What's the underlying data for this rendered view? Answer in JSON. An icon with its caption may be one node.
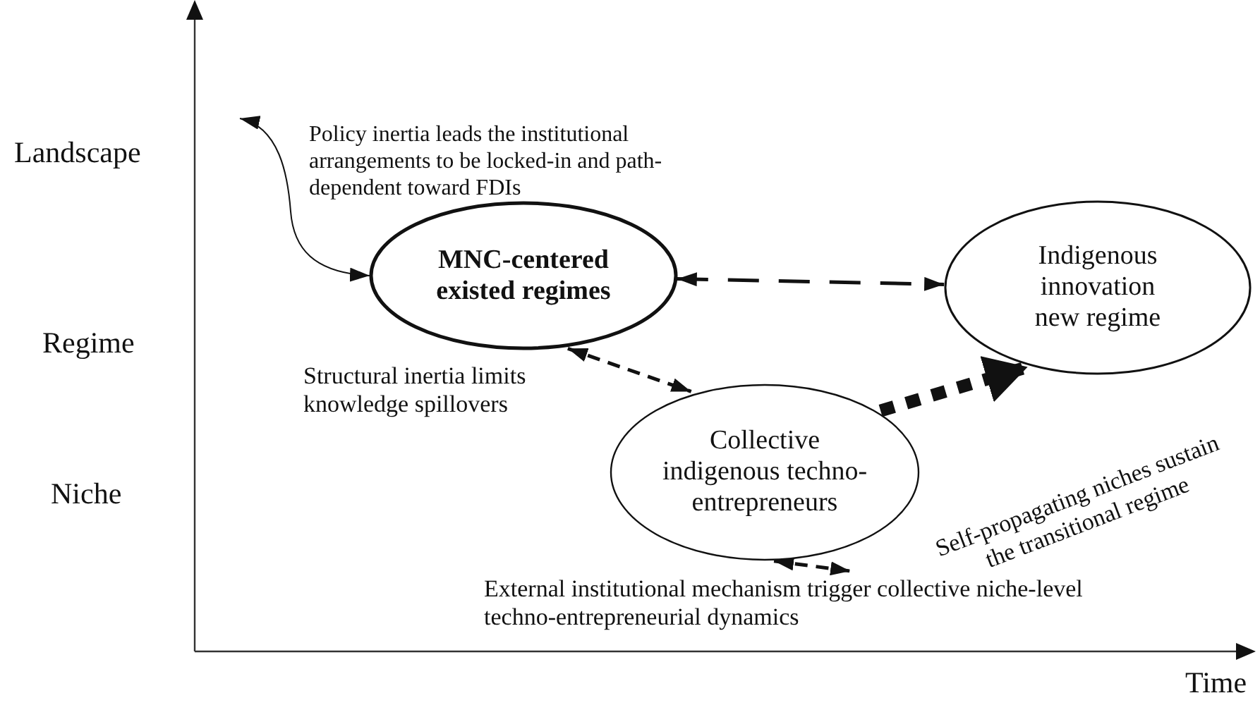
{
  "diagram": {
    "nodes": [
      {
        "text": [
          "MNC-centered existed regimes"
        ]
      },
      {
        "text": [
          "Indigenous innovation new regime"
        ]
      },
      {
        "text": [
          "Collective indigenous techno-entrepreneurs"
        ]
      },
      {
        "text": [
          "External institutional mechanism trigger collective niche-level techno-entrepreneurial dynamics"
        ]
      }
    ],
    "edges": [
      {
        "from": null,
        "to": 0,
        "arrow": "both"
      },
      {
        "from": 0,
        "to": 1,
        "arrow": "both",
        "style": "dashed"
      },
      {
        "from": 0,
        "to": 2,
        "arrow": "both",
        "style": "dashed"
      },
      {
        "from": 2,
        "to": 1,
        "arrow": "to",
        "style": "dashed"
      },
      {
        "from": 2,
        "to": 3,
        "arrow": "both",
        "style": "dashed"
      }
    ],
    "labels": [
      "Landscape",
      "Regime",
      "Niche",
      "Time",
      "Policy inertia leads the institutional arrangements to be locked-in and path-dependent toward FDIs",
      "Structural inertia limits knowledge spillovers",
      "Self-propagating niches sustain the transitional regime"
    ]
  }
}
